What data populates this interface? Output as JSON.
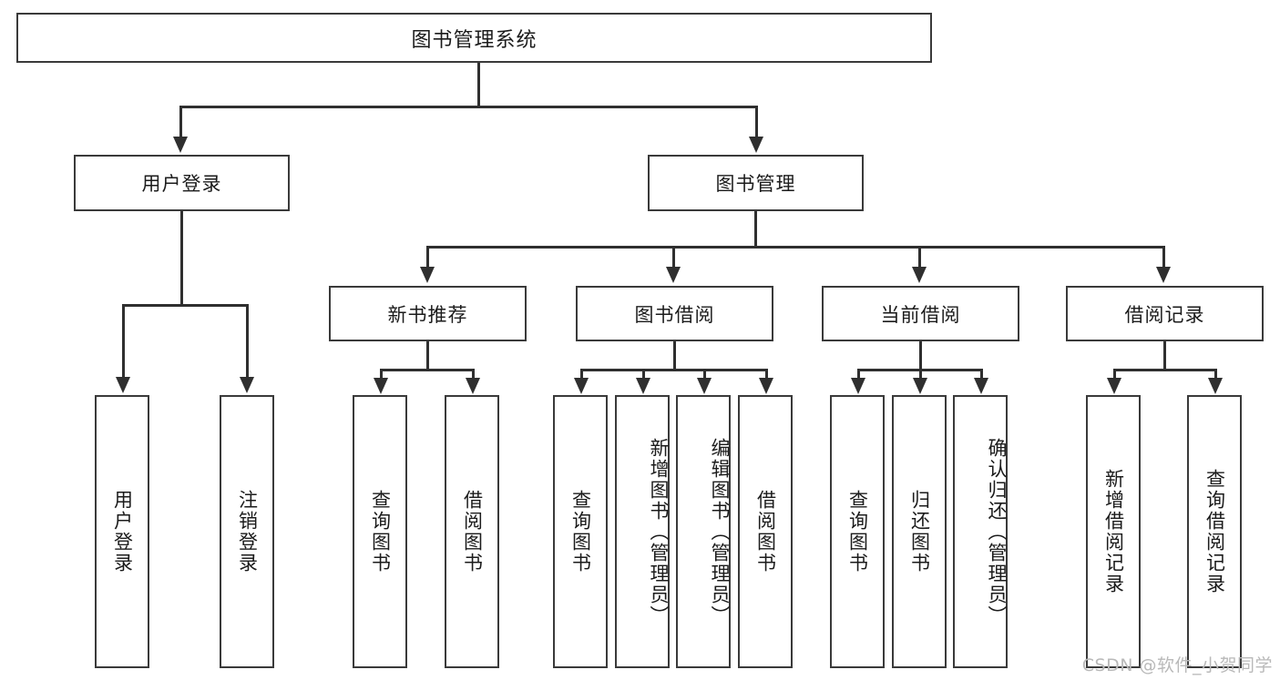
{
  "diagram": {
    "title": "图书管理系统",
    "watermark": "CSDN @软件_小贺同学",
    "type": "tree-hierarchy-chart",
    "colors": {
      "stroke": "#3a3a3a",
      "connector": "#2f2f2f",
      "box_fill": "#ffffff",
      "text": "#1b1b1b",
      "watermark": "#b9b9b9"
    },
    "root": {
      "label": "图书管理系统"
    },
    "level2": [
      {
        "label": "用户登录"
      },
      {
        "label": "图书管理"
      }
    ],
    "level3": [
      {
        "label": "新书推荐"
      },
      {
        "label": "图书借阅"
      },
      {
        "label": "当前借阅"
      },
      {
        "label": "借阅记录"
      }
    ],
    "leaves": {
      "user_login": [
        {
          "label": "用户登录"
        },
        {
          "label": "注销登录"
        }
      ],
      "new_book": [
        {
          "label": "查询图书"
        },
        {
          "label": "借阅图书"
        }
      ],
      "book_borrow": [
        {
          "label": "查询图书"
        },
        {
          "label": "新增图书（管理员）"
        },
        {
          "label": "编辑图书（管理员）"
        },
        {
          "label": "借阅图书"
        }
      ],
      "current_borrow": [
        {
          "label": "查询图书"
        },
        {
          "label": "归还图书"
        },
        {
          "label": "确认归还（管理员）"
        }
      ],
      "borrow_records": [
        {
          "label": "新增借阅记录"
        },
        {
          "label": "查询借阅记录"
        }
      ]
    }
  }
}
